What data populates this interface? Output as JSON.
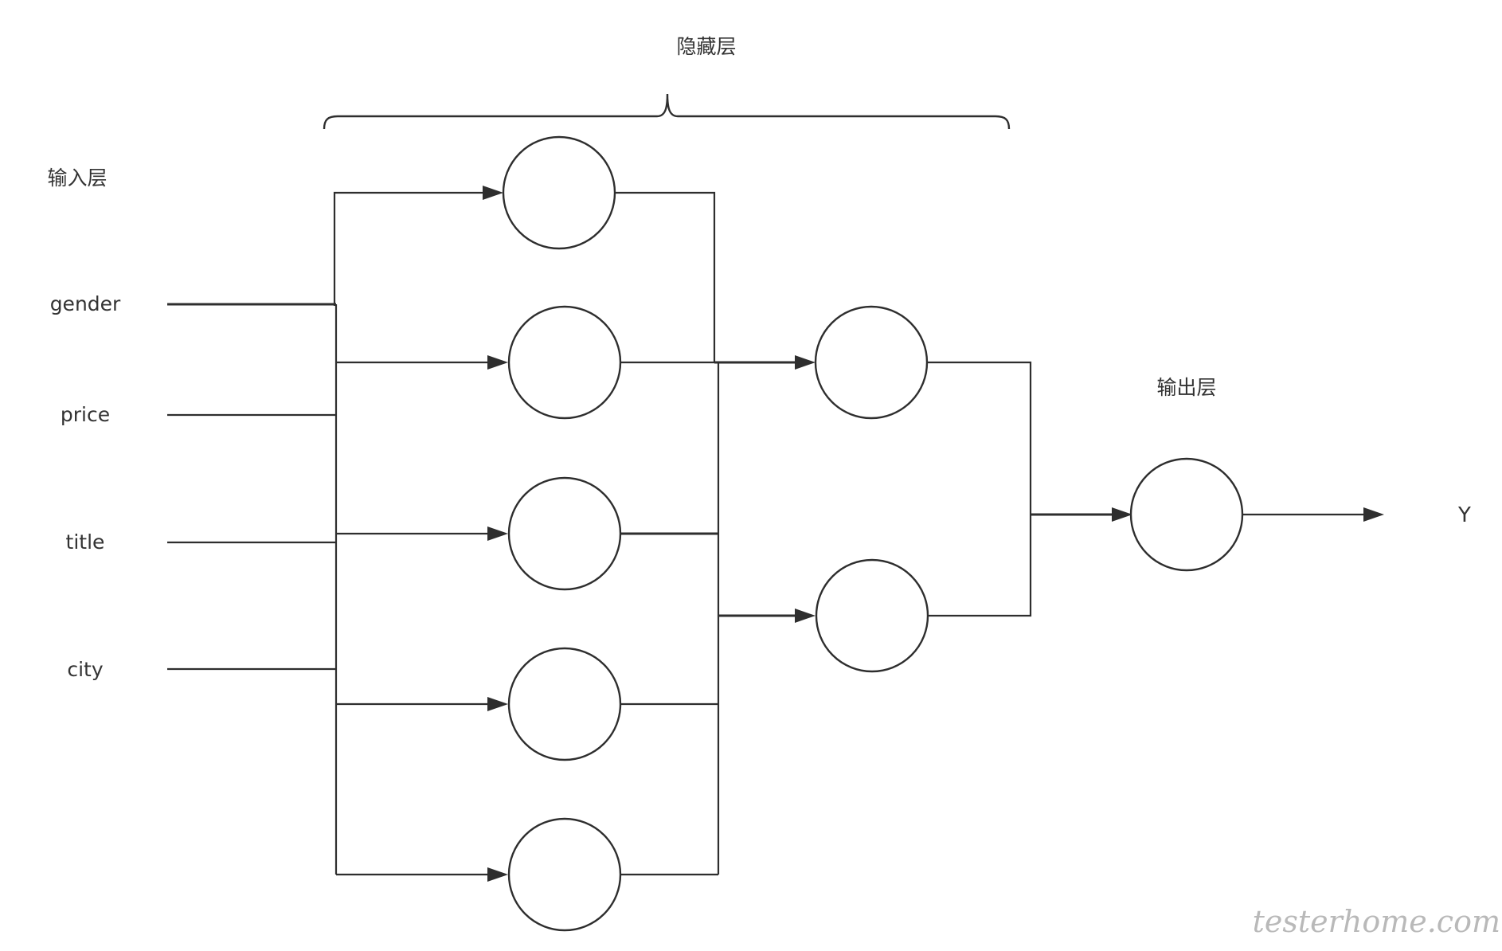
{
  "labels": {
    "hidden_layer": "隐藏层",
    "input_layer": "输入层",
    "output_layer": "输出层",
    "output": "Y"
  },
  "inputs": [
    "gender",
    "price",
    "title",
    "city"
  ],
  "watermark": "testerhome.com",
  "structure": {
    "hidden_layer_1_nodes": 5,
    "hidden_layer_2_nodes": 2,
    "output_nodes": 1
  },
  "colors": {
    "stroke": "#2e2e2e",
    "text": "#333333",
    "watermark": "#b9b9b9",
    "background": "#ffffff"
  }
}
